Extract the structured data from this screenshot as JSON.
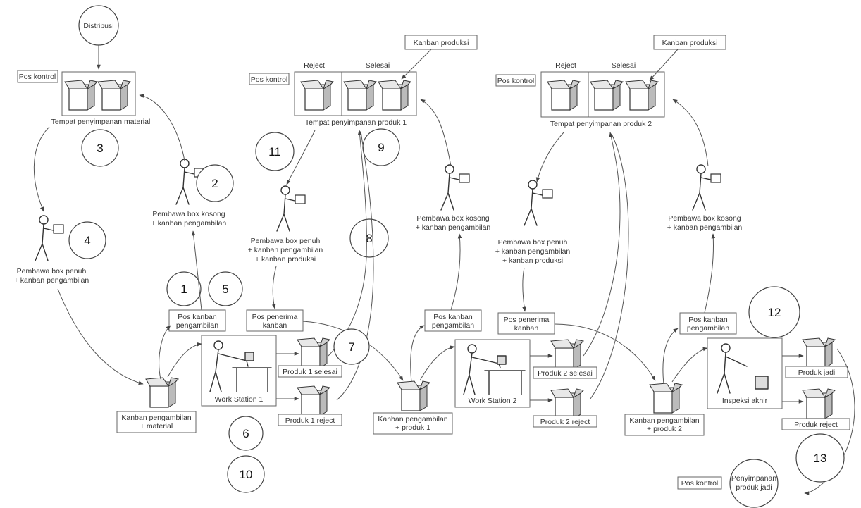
{
  "distribution": "Distribusi",
  "pos_kontrol": "Pos kontrol",
  "kanban_produksi": "Kanban produksi",
  "reject": "Reject",
  "selesai": "Selesai",
  "storage_material": "Tempat penyimpanan material",
  "storage_prod1": "Tempat penyimpanan produk 1",
  "storage_prod2": "Tempat penyimpanan produk 2",
  "carrier_empty": [
    "Pembawa box kosong",
    "+ kanban pengambilan"
  ],
  "carrier_full_simple": [
    "Pembawa box penuh",
    "+ kanban pengambilan"
  ],
  "carrier_full_prod": [
    "Pembawa box penuh",
    "+ kanban pengambilan",
    "+ kanban produksi"
  ],
  "pos_kanban_pengambilan": [
    "Pos kanban",
    "pengambilan"
  ],
  "pos_penerima_kanban": [
    "Pos penerima",
    "kanban"
  ],
  "work_station_1": "Work Station 1",
  "work_station_2": "Work Station 2",
  "inspeksi_akhir": "Inspeksi akhir",
  "produk1_selesai": "Produk 1 selesai",
  "produk1_reject": "Produk 1  reject",
  "produk2_selesai": "Produk 2  selesai",
  "produk2_reject": "Produk 2 reject",
  "produk_jadi": "Produk jadi",
  "produk_reject": "Produk reject",
  "kanban_material": [
    "Kanban pengambilan",
    "+ material"
  ],
  "kanban_produk1": [
    "Kanban pengambilan",
    "+ produk 1"
  ],
  "kanban_produk2": [
    "Kanban pengambilan",
    "+ produk 2"
  ],
  "penyimpanan_jadi": [
    "Penyimpanan",
    "produk jadi"
  ],
  "steps": [
    "1",
    "2",
    "3",
    "4",
    "5",
    "6",
    "7",
    "8",
    "9",
    "10",
    "11",
    "12",
    "13"
  ]
}
